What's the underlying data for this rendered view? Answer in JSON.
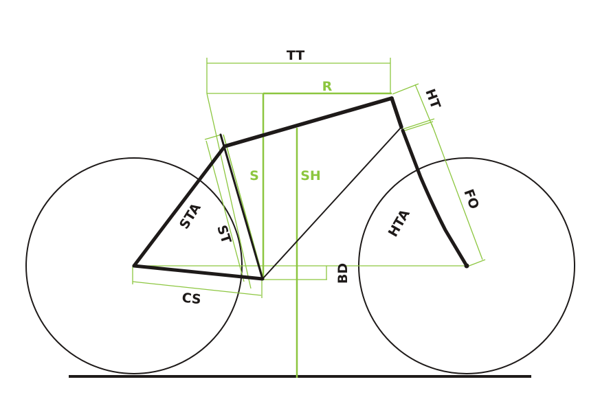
{
  "title": "Bike geometry diagram",
  "colors": {
    "frame": "#1e1a19",
    "dimension": "#8cc63f",
    "wheel": "#1e1a19"
  },
  "labels": {
    "tt": "TT",
    "r": "R",
    "ht": "HT",
    "s": "S",
    "sh": "SH",
    "sta": "STA",
    "st": "ST",
    "hta": "HTA",
    "fo": "FO",
    "bd": "BD",
    "cs": "CS"
  }
}
